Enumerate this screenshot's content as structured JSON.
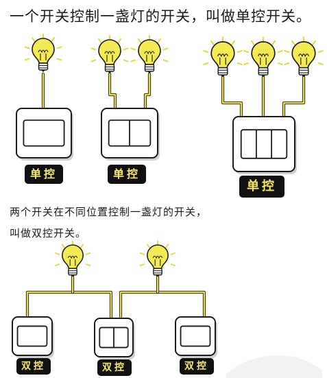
{
  "section_single": {
    "title": "一个开关控制一盏灯的开关，叫做单控开关。",
    "labels": [
      "单控",
      "单控",
      "单控"
    ]
  },
  "section_double": {
    "title_line1": "两个开关在不同位置控制一盏灯的开关，",
    "title_line2": "叫做双控开关。",
    "labels": [
      "双控",
      "双控",
      "双控"
    ]
  },
  "colors": {
    "wire": "#e8dc4a",
    "bulb_glow": "#f4ea52",
    "label_bg": "#111111",
    "label_text": "#f7e86a",
    "outline": "#1a1a1a"
  }
}
